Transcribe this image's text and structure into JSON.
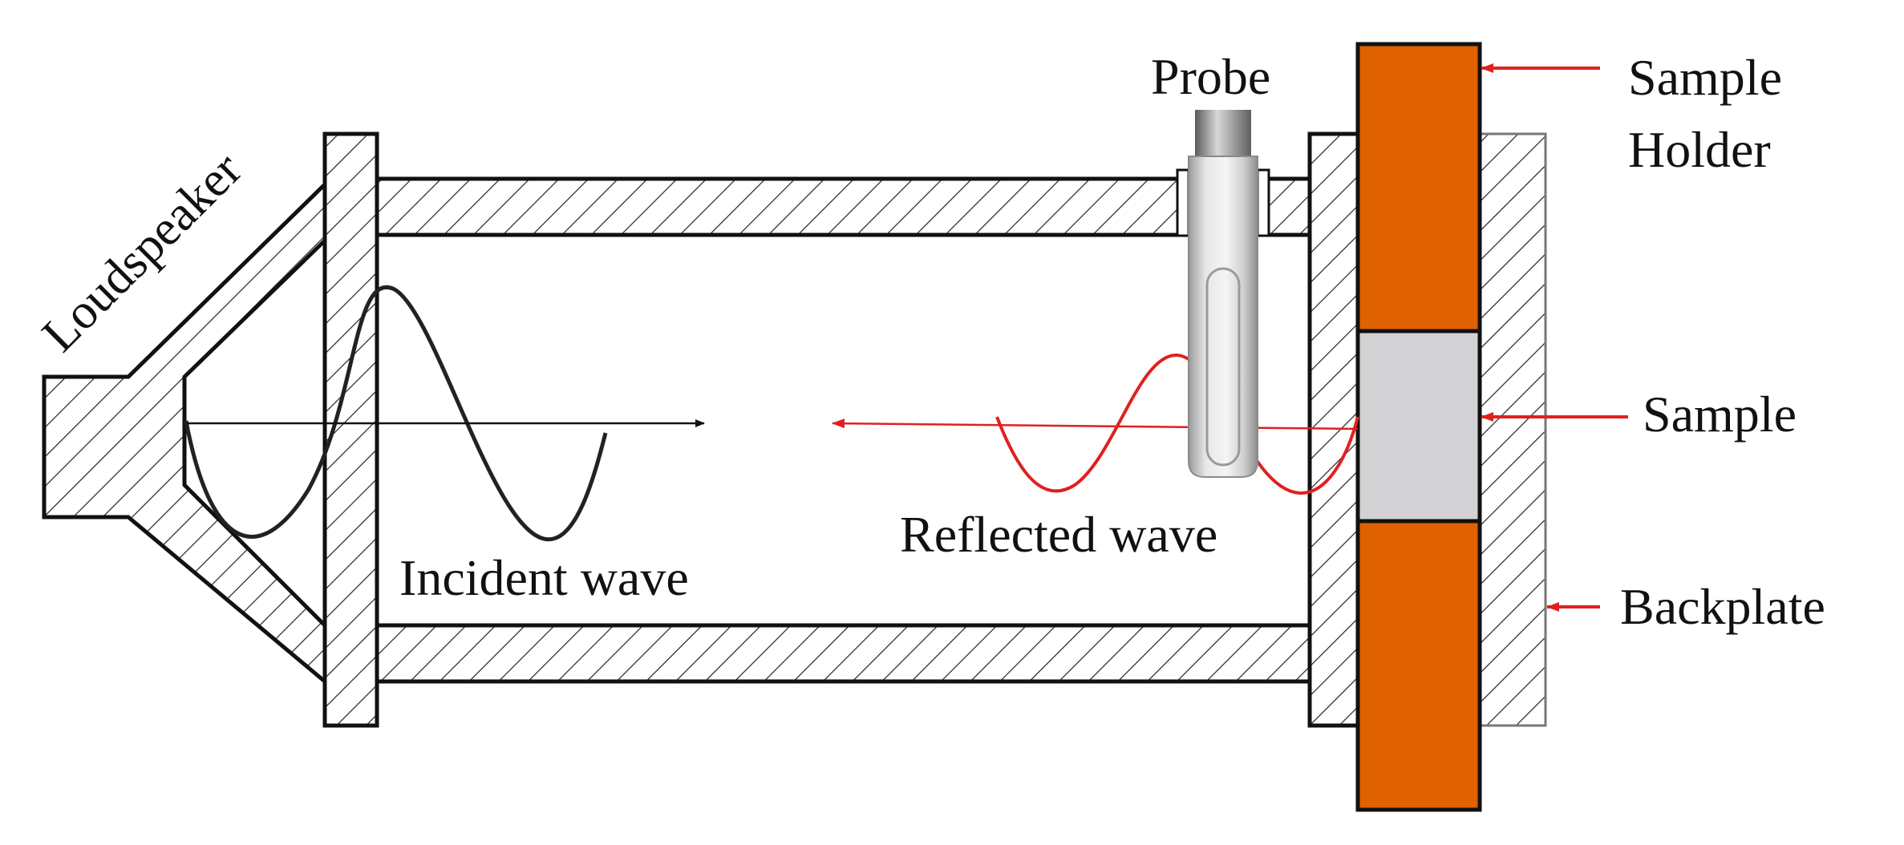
{
  "labels": {
    "loudspeaker": "Loudspeaker",
    "probe": "Probe",
    "sample_holder_line1": "Sample",
    "sample_holder_line2": "Holder",
    "sample": "Sample",
    "backplate": "Backplate",
    "incident_wave": "Incident wave",
    "reflected_wave": "Reflected wave"
  },
  "colors": {
    "outline": "#111111",
    "sample_holder": "#E06100",
    "sample": "#D2D2D4",
    "reflected": "#E02020",
    "incident": "#222222"
  },
  "icons": {
    "probe": "microphone-probe-icon"
  }
}
